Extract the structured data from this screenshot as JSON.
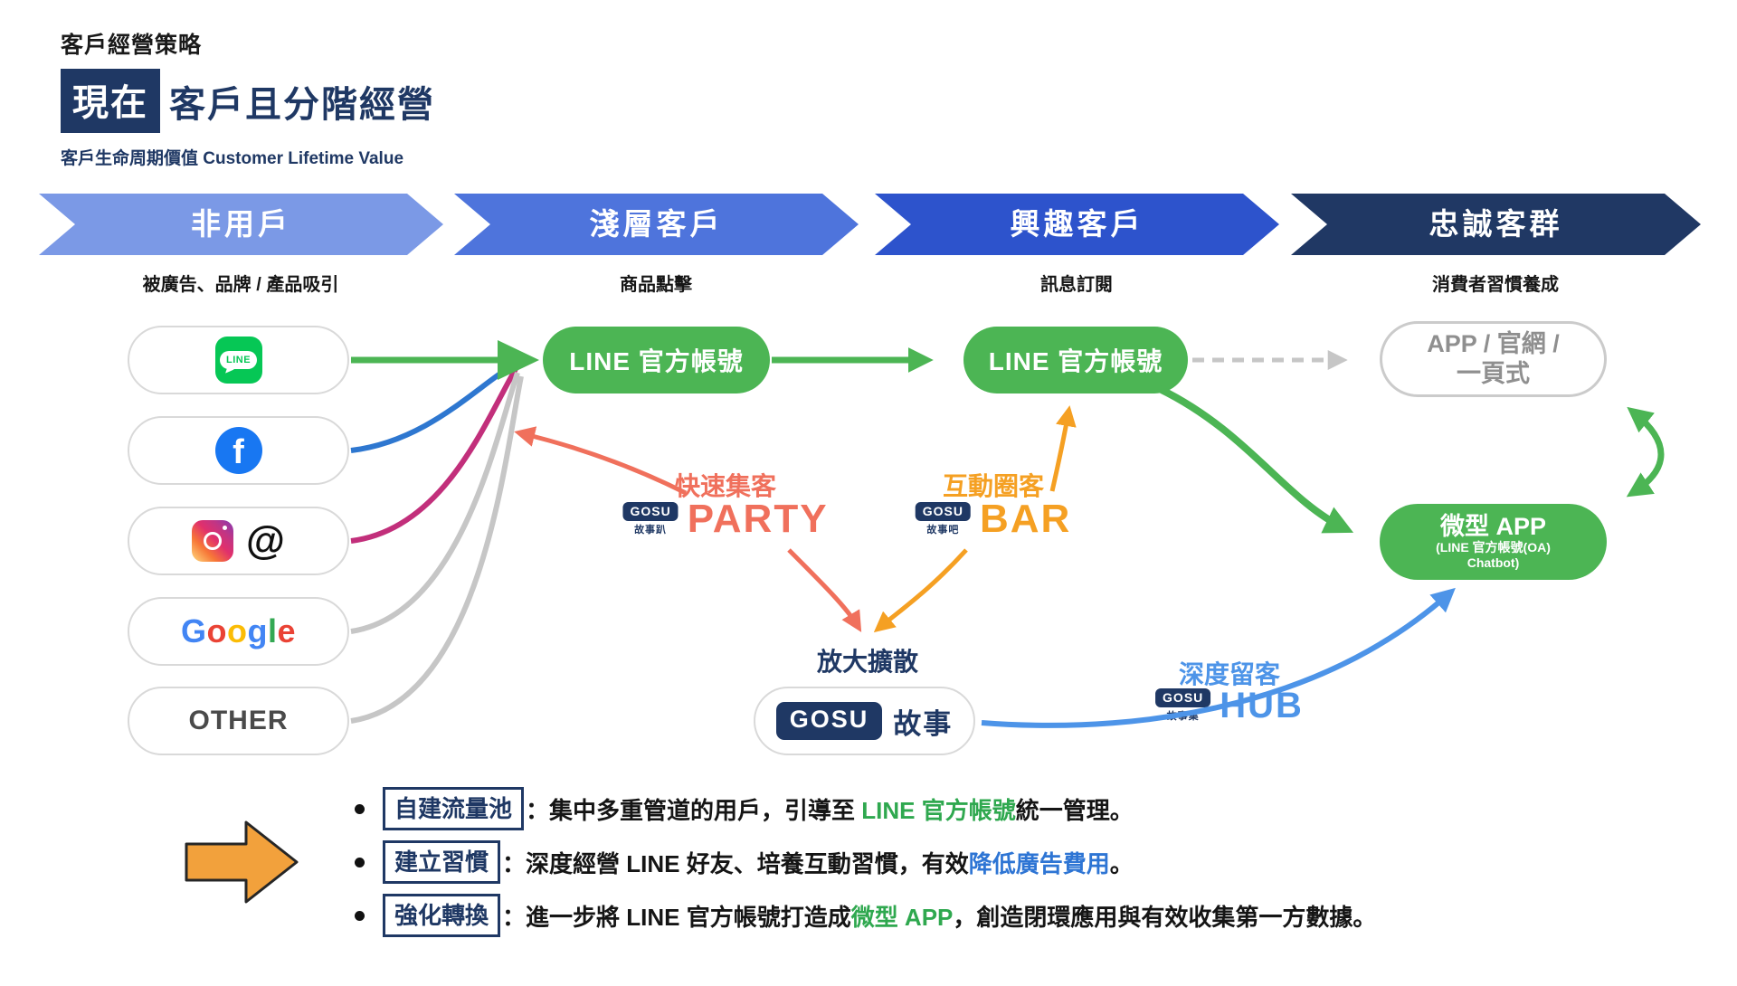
{
  "header": {
    "eyebrow": "客戶經營策略",
    "title_highlight": "現在",
    "title_rest": "客戶且分階經營",
    "subtitle": "客戶生命周期價值 Customer Lifetime Value"
  },
  "funnel": {
    "stages": [
      {
        "label": "非用戶",
        "caption": "被廣告、品牌 / 產品吸引",
        "color": "#7B99E6"
      },
      {
        "label": "淺層客戶",
        "caption": "商品點擊",
        "color": "#4E74DC"
      },
      {
        "label": "興趣客戶",
        "caption": "訊息訂閱",
        "color": "#2D53CC"
      },
      {
        "label": "忠誠客群",
        "caption": "消費者習慣養成",
        "color": "#203864"
      }
    ]
  },
  "channels": {
    "items": [
      {
        "type": "line",
        "logo_text": "LINE"
      },
      {
        "type": "facebook",
        "glyph": "f"
      },
      {
        "type": "instagram-threads",
        "threads_glyph": "@"
      },
      {
        "type": "google",
        "letters": [
          "G",
          "o",
          "o",
          "g",
          "l",
          "e"
        ]
      },
      {
        "type": "other",
        "label": "OTHER"
      }
    ]
  },
  "nodes": {
    "line_oa_1": "LINE 官方帳號",
    "line_oa_2": "LINE 官方帳號",
    "app_web": {
      "line1": "APP / 官網 /",
      "line2": "一頁式"
    },
    "micro_app": {
      "line1": "微型 APP",
      "line2": "(LINE 官方帳號(OA)",
      "line3": "Chatbot)"
    }
  },
  "gosu": {
    "party": {
      "tagline": "快速集客",
      "logo": "GOSU",
      "logo_sub": "故事趴",
      "product": "PARTY"
    },
    "bar": {
      "tagline": "互動圈客",
      "logo": "GOSU",
      "logo_sub": "故事吧",
      "product": "BAR"
    },
    "story": {
      "tagline": "放大擴散",
      "logo": "GOSU",
      "name": "故事"
    },
    "hub": {
      "tagline": "深度留客",
      "logo": "GOSU",
      "logo_sub": "故事集",
      "product": "HUB"
    }
  },
  "bullets": [
    {
      "label": "自建流量池",
      "sep": "：",
      "pre": "集中多重管道的用戶，引導至 ",
      "em": "LINE 官方帳號",
      "post": "統一管理。"
    },
    {
      "label": "建立習慣",
      "sep": "：",
      "pre": "深度經營 LINE 好友、培養互動習慣，有效",
      "em": "降低廣告費用",
      "post": "。"
    },
    {
      "label": "強化轉換",
      "sep": "：",
      "pre": "進一步將 LINE 官方帳號打造成",
      "em": "微型 APP",
      "post": "，創造閉環應用與有效收集第一方數據。"
    }
  ],
  "colors": {
    "navy": "#1F3864",
    "green": "#4CB554",
    "coral": "#F0705C",
    "orange": "#F5A023",
    "hub_blue": "#4D94E8",
    "fb_arrow_blue": "#2E77D0",
    "ig_arrow_magenta": "#C22F7B",
    "gray_arrow": "#C6C6C6",
    "cta_arrow_orange": "#F2A13C"
  }
}
